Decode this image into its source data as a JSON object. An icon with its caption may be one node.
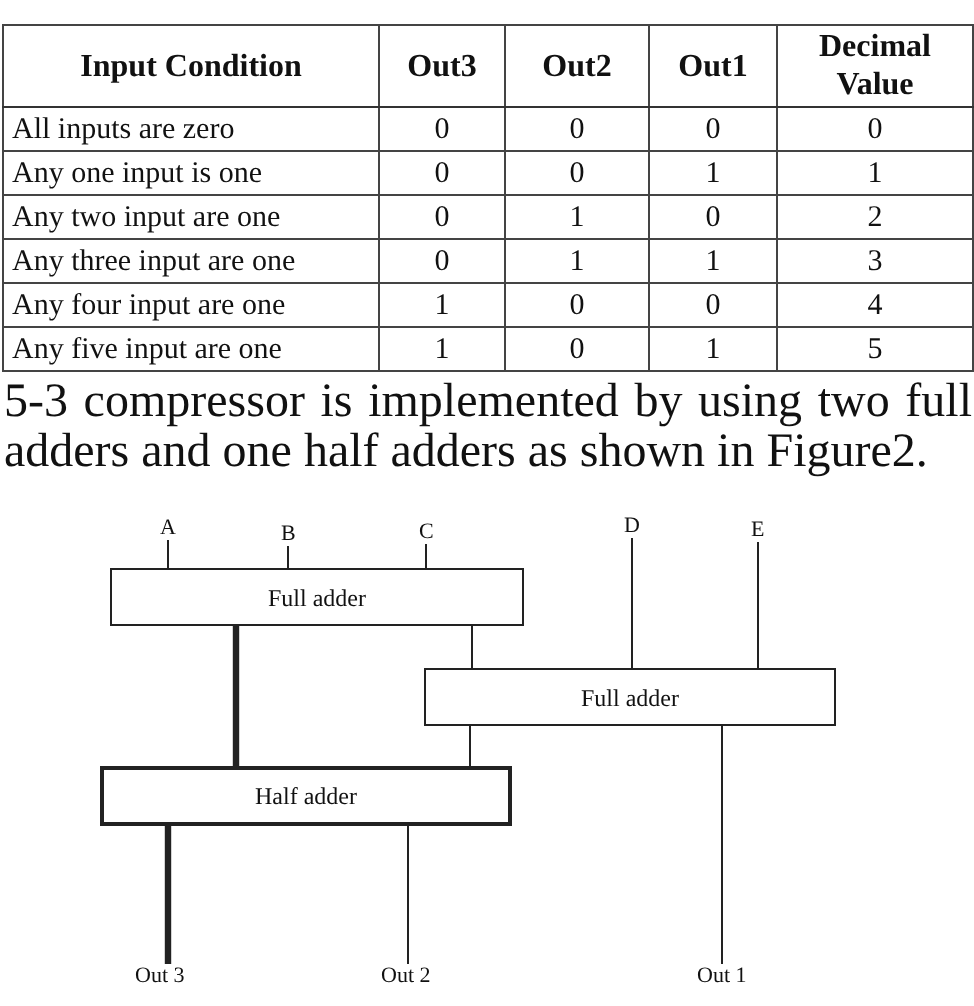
{
  "diagram": {
    "nodes": [
      {
        "text": [
          "A"
        ]
      },
      {
        "text": [
          "B"
        ]
      },
      {
        "text": [
          "C"
        ]
      },
      {
        "text": [
          "D"
        ]
      },
      {
        "text": [
          "E"
        ]
      },
      {
        "text": [
          "Full adder"
        ]
      },
      {
        "text": [
          "Full adder"
        ]
      },
      {
        "text": [
          "Half adder"
        ]
      },
      {
        "text": [
          "Out 3"
        ]
      },
      {
        "text": [
          "Out 2"
        ]
      },
      {
        "text": [
          "Out 1"
        ]
      }
    ],
    "edges": [
      {
        "from": 0,
        "to": 5,
        "arrow": "none"
      },
      {
        "from": 1,
        "to": 5,
        "arrow": "none"
      },
      {
        "from": 2,
        "to": 5,
        "arrow": "none"
      },
      {
        "from": 3,
        "to": 6,
        "arrow": "none"
      },
      {
        "from": 4,
        "to": 6,
        "arrow": "none"
      },
      {
        "from": 5,
        "to": 7,
        "arrow": "none",
        "style": "thick"
      },
      {
        "from": 5,
        "to": 6,
        "arrow": "none"
      },
      {
        "from": 6,
        "to": 7,
        "arrow": "none"
      },
      {
        "from": 7,
        "to": 8,
        "arrow": "none",
        "style": "thick"
      },
      {
        "from": 7,
        "to": 9,
        "arrow": "none"
      },
      {
        "from": 6,
        "to": 10,
        "arrow": "none"
      }
    ],
    "labels": [
      "Input Condition",
      "Out3",
      "Out2",
      "Out1",
      "Decimal Value",
      "All inputs are zero",
      "0",
      "0",
      "0",
      "0",
      "Any one input is one",
      "0",
      "0",
      "1",
      "1",
      "Any two input are one",
      "0",
      "1",
      "0",
      "2",
      "Any three input are one",
      "0",
      "1",
      "1",
      "3",
      "Any four input are one",
      "1",
      "0",
      "0",
      "4",
      "Any five input are one",
      "1",
      "0",
      "1",
      "5",
      "5-3 compressor is implemented by using two full adders and one half adders as shown in Figure2."
    ]
  }
}
